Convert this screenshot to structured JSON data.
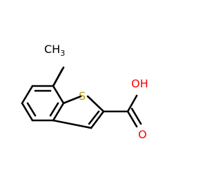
{
  "molecule": {
    "labels": {
      "methyl": "CH3",
      "sulfur": "S",
      "hydroxyl": "OH",
      "carbonyl_oxygen": "O"
    }
  },
  "colors": {
    "bond": "#000000",
    "sulfur": "#b49a00",
    "oxygen": "#ff0000",
    "carbon_text": "#000000"
  }
}
